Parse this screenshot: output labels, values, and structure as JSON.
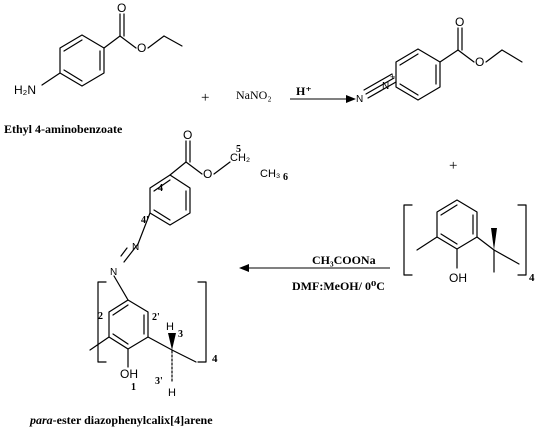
{
  "labels": {
    "reactant1_amine": "H₂N",
    "reactant1_name": "Ethyl 4-aminobenzoate",
    "plus1": "+",
    "reagent_nano2": "NaNO₂",
    "acid": "H⁺",
    "diazo_n1": "N",
    "diazo_n2": "N",
    "diazo_charge": "+",
    "plus2": "+",
    "reactant3_oh": "OH",
    "reactant3_subscript": "4",
    "reaction_reagent": "CH₃COONa",
    "reaction_conditions": "DMF:MeOH/ 0⁰C",
    "product_azo_n1": "N",
    "product_azo_n2": "N",
    "product_oh": "OH",
    "product_h_top": "H",
    "product_h_bottom": "H",
    "product_subscript": "4",
    "product_ch2": "CH₂",
    "product_ch3": "CH₃",
    "product_name_prefix": "para",
    "product_name_rest": "-ester diazophenylcalix[4]arene"
  },
  "atom_labels": {
    "o_carbonyl": "O",
    "o_ester": "O",
    "o_carbonyl_2": "O",
    "o_ester_2": "O",
    "o_carbonyl_3": "O",
    "o_ester_3": "O"
  },
  "numbering": {
    "n5": "5",
    "n6": "6",
    "n4": "4",
    "n4p": "4'",
    "n2": "2",
    "n2p": "2'",
    "n3": "3",
    "n3p": "3'",
    "n1": "1"
  }
}
